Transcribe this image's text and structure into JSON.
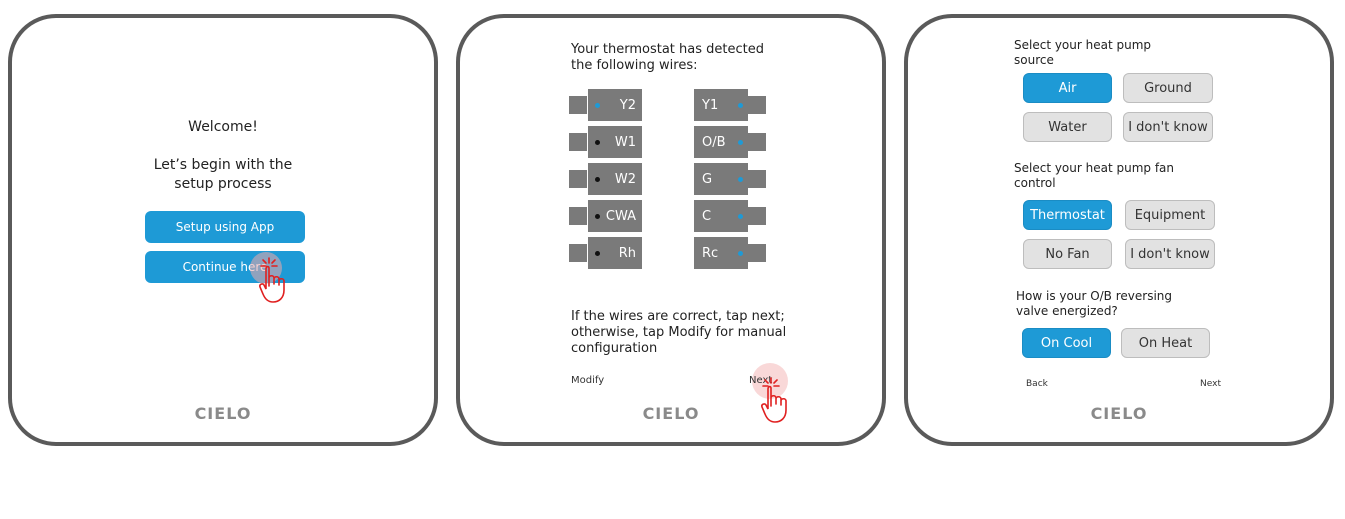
{
  "panel1": {
    "welcome": "Welcome!",
    "subtitle": "Let’s begin with the setup process",
    "setup_app_btn": "Setup using App",
    "continue_btn": "Continue here",
    "logo": "CIELO"
  },
  "panel2": {
    "heading": "Your thermostat has detected the following wires:",
    "left_wires": [
      {
        "label": "Y2",
        "dot": "blue"
      },
      {
        "label": "W1",
        "dot": "black"
      },
      {
        "label": "W2",
        "dot": "black"
      },
      {
        "label": "CWA",
        "dot": "black"
      },
      {
        "label": "Rh",
        "dot": "black"
      }
    ],
    "right_wires": [
      {
        "label": "Y1",
        "dot": "blue"
      },
      {
        "label": "O/B",
        "dot": "blue"
      },
      {
        "label": "G",
        "dot": "blue"
      },
      {
        "label": "C",
        "dot": "blue"
      },
      {
        "label": "Rc",
        "dot": "blue"
      }
    ],
    "instructions": "If the wires are correct, tap next; otherwise, tap Modify for manual configuration",
    "modify": "Modify",
    "next": "Next",
    "logo": "CIELO"
  },
  "panel3": {
    "q1": "Select your heat pump source",
    "q1_options": [
      "Air",
      "Ground",
      "Water",
      "I don't know"
    ],
    "q1_selected": "Air",
    "q2": "Select your heat pump fan control",
    "q2_options": [
      "Thermostat",
      "Equipment",
      "No Fan",
      "I don't know"
    ],
    "q2_selected": "Thermostat",
    "q3": "How is your O/B reversing valve energized?",
    "q3_options": [
      "On Cool",
      "On Heat"
    ],
    "q3_selected": "On Cool",
    "back": "Back",
    "next": "Next",
    "logo": "CIELO"
  },
  "colors": {
    "accent": "#1e9ad6",
    "border": "#5a5a5a",
    "terminal": "#7a7a7a",
    "option_unselected": "#e2e2e2",
    "tap_indicator": "#e02020"
  },
  "icons": [
    "hand-pointer-icon"
  ]
}
